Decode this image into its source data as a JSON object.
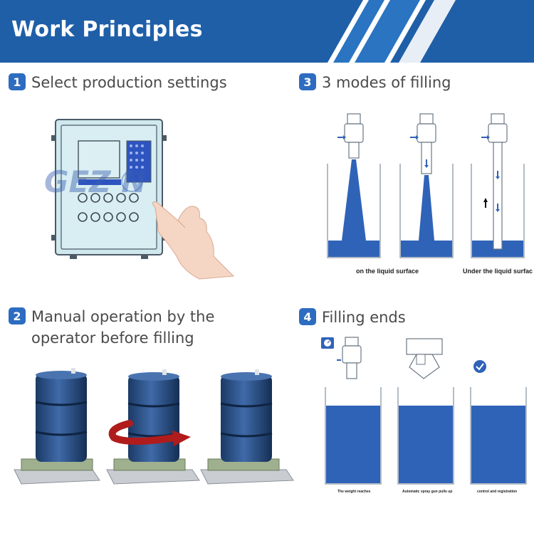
{
  "banner": {
    "title": "Work Principles",
    "colors": {
      "primary": "#1f5fa8",
      "stripe": "#2a74c2",
      "light": "#e8eef6"
    }
  },
  "steps": [
    {
      "number": "1",
      "label": "Select production settings"
    },
    {
      "number": "2",
      "label_line1": "Manual operation by the",
      "label_line2": "operator before filling"
    },
    {
      "number": "3",
      "label": "3 modes of filling"
    },
    {
      "number": "4",
      "label": "Filling ends"
    }
  ],
  "controller": {
    "watermark": "GEZ  N",
    "icon": "pointing-hand-icon"
  },
  "drums": {
    "icon": "rotate-arrow-icon"
  },
  "filling_modes": {
    "captions": [
      "on the liquid surface",
      "Under the liquid surfac"
    ]
  },
  "filling_ends": {
    "captions": [
      "The weight reaches",
      "Automatic spray gun pulls up",
      "control and registration"
    ],
    "icons": [
      "scale-icon",
      "check-circle-icon"
    ]
  },
  "colors": {
    "liquid": "#2f63b8",
    "tank_outline": "#9aa5b3",
    "badge": "#2d6cc0"
  }
}
